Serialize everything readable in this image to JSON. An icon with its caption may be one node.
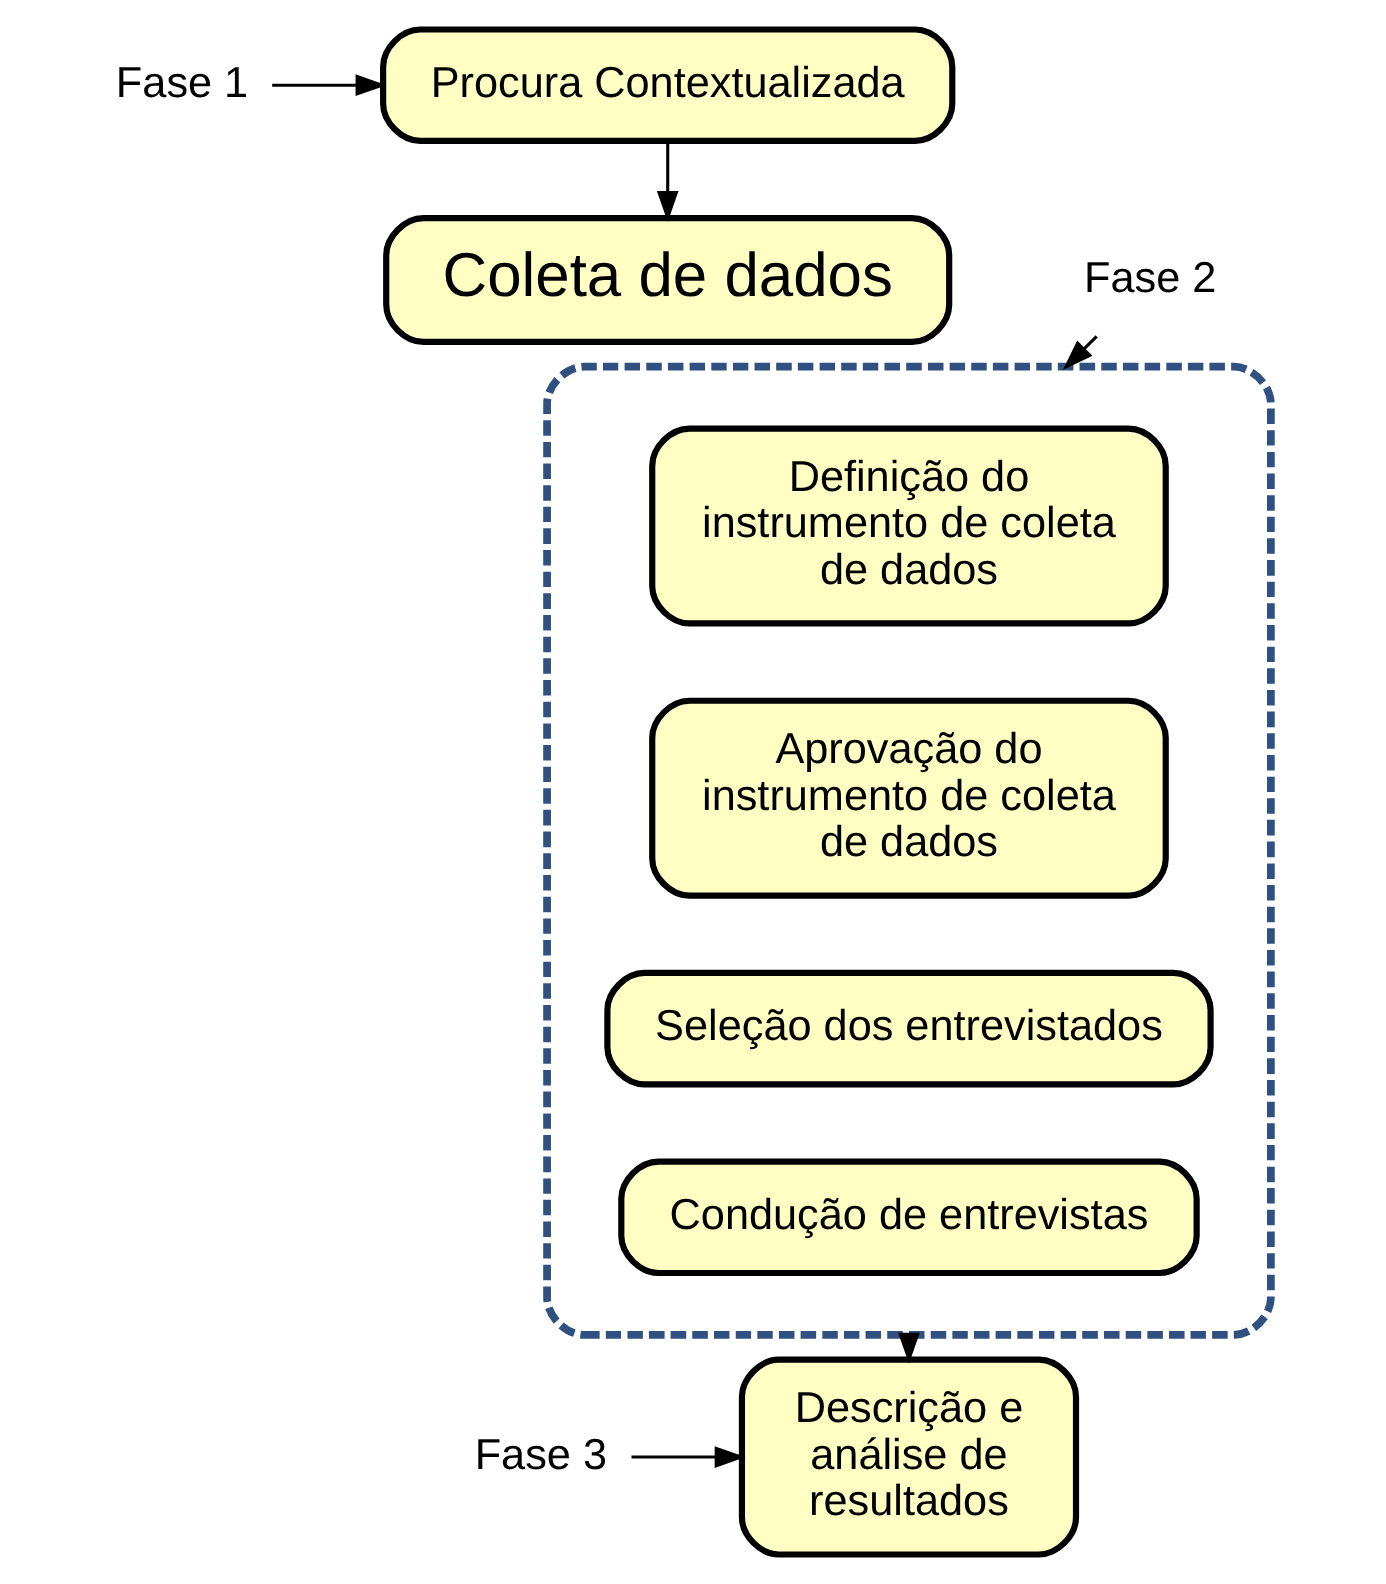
{
  "diagram": {
    "nodes": [
      {
        "text": [
          "Fase 1"
        ]
      },
      {
        "text": [
          "Procura Contextualizada"
        ]
      },
      {
        "text": [
          "Coleta de dados"
        ]
      },
      {
        "text": [
          "Fase 2"
        ]
      },
      {
        "text": [],
        "shape": "box"
      },
      {
        "text": [
          "Definição do instrumento de coleta de dados"
        ],
        "in": 4
      },
      {
        "text": [
          "Aprovação do instrumento de coleta de dados"
        ],
        "in": 4
      },
      {
        "text": [
          "Seleção dos entrevistados"
        ],
        "in": 4
      },
      {
        "text": [
          "Condução de entrevistas"
        ],
        "in": 4
      },
      {
        "text": [
          "Fase 3"
        ]
      },
      {
        "text": [
          "Descrição e análise de resultados"
        ]
      }
    ],
    "edges": [
      {
        "from": 0,
        "to": 1,
        "arrow": "to"
      },
      {
        "from": 1,
        "to": 2,
        "arrow": "to"
      },
      {
        "from": 3,
        "to": 4,
        "arrow": "to"
      },
      {
        "from": 4,
        "to": 10,
        "arrow": "to"
      },
      {
        "from": 9,
        "to": 10,
        "arrow": "to"
      }
    ]
  }
}
